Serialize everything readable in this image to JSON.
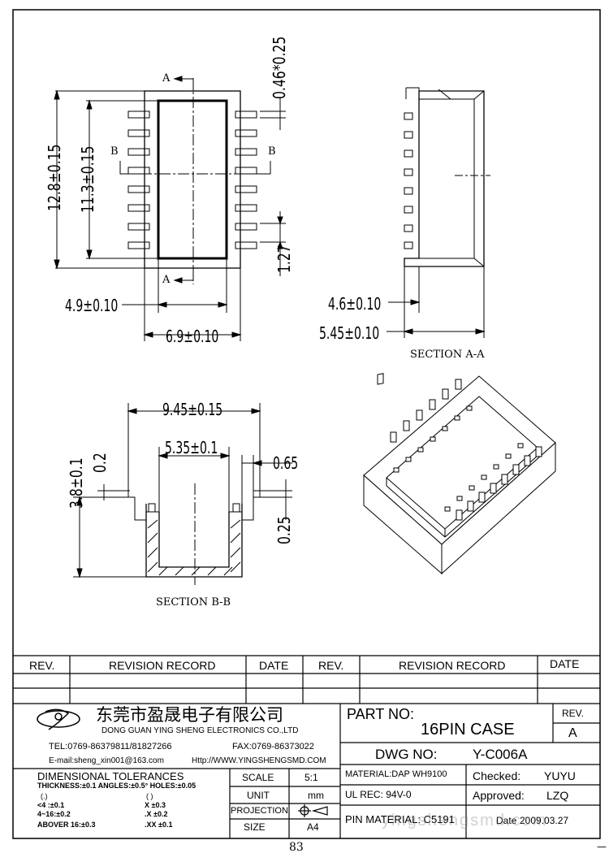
{
  "drawing": {
    "top_view": {
      "dim_height_total": "12.8±0.15",
      "dim_height_inner": "11.3±0.15",
      "dim_pin_width": "0.46*0.25",
      "dim_pitch": "1.27",
      "dim_width_inner": "4.9±0.10",
      "dim_width_total": "6.9±0.10",
      "section_marks": [
        "A",
        "A",
        "B",
        "B"
      ]
    },
    "section_a": {
      "dim_inner": "4.6±0.10",
      "dim_outer": "5.45±0.10",
      "caption": "SECTION A-A"
    },
    "section_b": {
      "dim_total_width": "9.45±0.15",
      "dim_inner_width": "5.35±0.1",
      "dim_lead": "0.65",
      "dim_height": "3.8±0.1",
      "dim_offset": "0.2",
      "dim_thickness": "0.25",
      "caption": "SECTION B-B"
    },
    "page_number": "83",
    "corner_mark": "—"
  },
  "title_block": {
    "revision_header": {
      "rev": "REV.",
      "record": "REVISION RECORD",
      "date": "DATE",
      "rev2": "REV.",
      "record2": "REVISION RECORD",
      "date2": "DATE"
    },
    "company": {
      "name_cn": "东莞市盈晟电子有限公司",
      "name_en": "DONG GUAN YING SHENG ELECTRONICS CO.,LTD",
      "tel": "TEL:0769-86379811/81827266",
      "fax": "FAX:0769-86373022",
      "email": "E-mail:sheng_xin001@163.com",
      "web": "Http://WWW.YINGSHENGSMD.COM"
    },
    "part_no_label": "PART  NO:",
    "part_name": "16PIN  CASE",
    "rev_label": "REV.",
    "rev_value": "A",
    "dwg_label": "DWG  NO:",
    "dwg_value": "Y-C006A",
    "tolerances": {
      "title": "DIMENSIONAL  TOLERANCES",
      "line1": "THICKNESS:±0.1  ANGLES:±0.5°  HOLES:±0.05",
      "c1": "(.)",
      "c2": "( )",
      "r1a": "<4  :±0.1",
      "r1b": "X  ±0.3",
      "r2a": "4~16:±0.2",
      "r2b": ".X  ±0.2",
      "r3a": "ABOVER  16:±0.3",
      "r3b": ".XX  ±0.1"
    },
    "scale_label": "SCALE",
    "scale_value": "5:1",
    "unit_label": "UNIT",
    "unit_value": "mm",
    "projection_label": "PROJECTION",
    "size_label": "SIZE",
    "size_value": "A4",
    "material": "MATERIAL:DAP  WH9100",
    "ul_rec": "UL  REC:  94V-0",
    "pin_material": "PIN  MATERIAL:  C5191",
    "checked_label": "Checked:",
    "checked_value": "YUYU",
    "approved_label": "Approved:",
    "approved_value": "LZQ",
    "date_label": "Date",
    "date_value": "2009.03.27",
    "watermark": "yingshengsmd.com"
  }
}
